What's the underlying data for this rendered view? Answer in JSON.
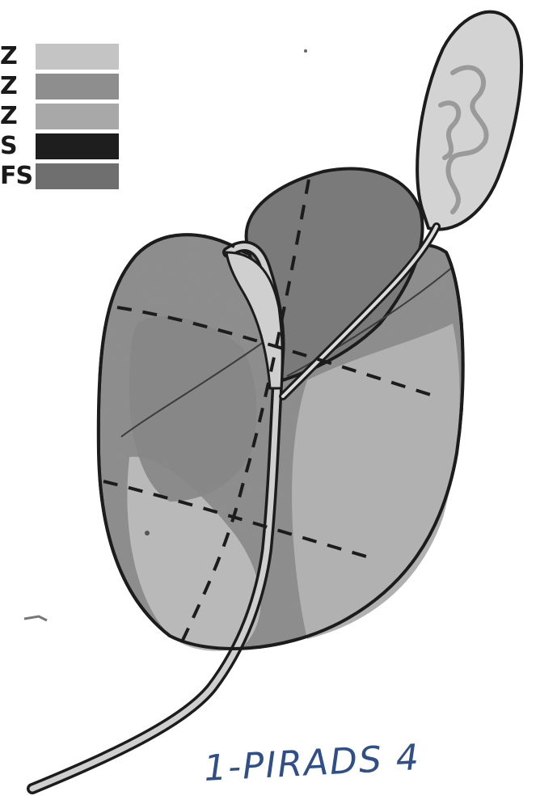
{
  "legend": {
    "items": [
      {
        "code": "Z",
        "color": "#c4c4c4"
      },
      {
        "code": "Z",
        "color": "#8e8e8e"
      },
      {
        "code": "Z",
        "color": "#a8a8a8"
      },
      {
        "code": "S",
        "color": "#1e1e1e"
      },
      {
        "code": "FS",
        "color": "#6f6f6f"
      }
    ]
  },
  "annotation": {
    "handwritten_text": "1-PIRADS 4"
  },
  "colors": {
    "outline": "#1c1c1c",
    "peripheral": "#8f8f8f",
    "transition": "#7a7a7a",
    "central": "#9e9e9e",
    "anterior": "#b9b9b9",
    "urethra": "#cfcfcf",
    "vesicle": "#d3d3d3",
    "pen_ink": "#2f4f86"
  }
}
